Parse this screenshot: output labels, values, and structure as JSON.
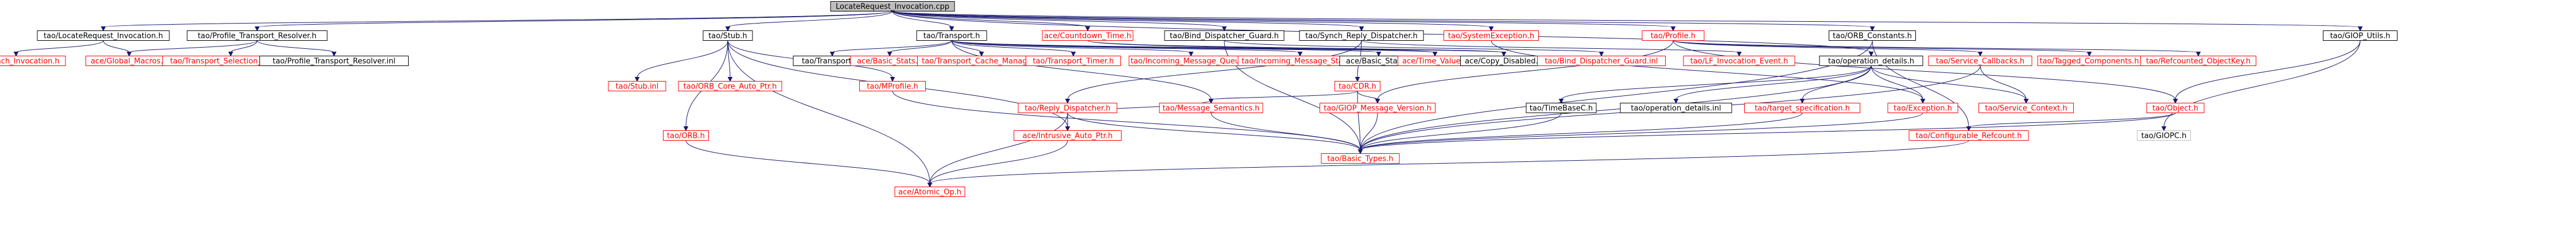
{
  "graph": {
    "nodes": [
      {
        "id": "root",
        "label": "LocateRequest_Invocation.cpp",
        "style": "root"
      },
      {
        "id": "lri_h",
        "label": "tao/LocateRequest_Invocation.h",
        "style": "black"
      },
      {
        "id": "ptr_h",
        "label": "tao/Profile_Transport_Resolver.h",
        "style": "black"
      },
      {
        "id": "stub_h",
        "label": "tao/Stub.h",
        "style": "black"
      },
      {
        "id": "transport_h",
        "label": "tao/Transport.h",
        "style": "black"
      },
      {
        "id": "countdown_h",
        "label": "ace/Countdown_Time.h",
        "style": "red"
      },
      {
        "id": "bdg_h",
        "label": "tao/Bind_Dispatcher_Guard.h",
        "style": "black"
      },
      {
        "id": "srd_h",
        "label": "tao/Synch_Reply_Dispatcher.h",
        "style": "black"
      },
      {
        "id": "sysexc_h",
        "label": "tao/SystemException.h",
        "style": "red"
      },
      {
        "id": "profile_h",
        "label": "tao/Profile.h",
        "style": "red"
      },
      {
        "id": "orbconst_h",
        "label": "tao/ORB_Constants.h",
        "style": "black"
      },
      {
        "id": "gioputi_h",
        "label": "tao/GIOP_Utils.h",
        "style": "black"
      },
      {
        "id": "synchinv_h",
        "label": "tao/Synch_Invocation.h",
        "style": "red"
      },
      {
        "id": "globalmacros_h",
        "label": "ace/Global_Macros.h",
        "style": "red"
      },
      {
        "id": "tsg_h",
        "label": "tao/Transport_Selection_Guard.h",
        "style": "red"
      },
      {
        "id": "ptr_inl",
        "label": "tao/Profile_Transport_Resolver.inl",
        "style": "black"
      },
      {
        "id": "transport_inl",
        "label": "tao/Transport.inl",
        "style": "black"
      },
      {
        "id": "basicstats_h",
        "label": "ace/Basic_Stats.h",
        "style": "red"
      },
      {
        "id": "tcm_h",
        "label": "tao/Transport_Cache_Manager.h",
        "style": "red"
      },
      {
        "id": "ttimer_h",
        "label": "tao/Transport_Timer.h",
        "style": "red"
      },
      {
        "id": "imq_h",
        "label": "tao/Incoming_Message_Queue.h",
        "style": "red"
      },
      {
        "id": "ims_h",
        "label": "tao/Incoming_Message_Stack.h",
        "style": "red"
      },
      {
        "id": "basicstats2_h",
        "label": "ace/Basic_Stats.h",
        "style": "black"
      },
      {
        "id": "timevalue_h",
        "label": "ace/Time_Value.h",
        "style": "red"
      },
      {
        "id": "copydisabled_h",
        "label": "ace/Copy_Disabled.h",
        "style": "black"
      },
      {
        "id": "bdg_inl",
        "label": "tao/Bind_Dispatcher_Guard.inl",
        "style": "red"
      },
      {
        "id": "lfie_h",
        "label": "tao/LF_Invocation_Event.h",
        "style": "red"
      },
      {
        "id": "opdetails_h",
        "label": "tao/operation_details.h",
        "style": "black"
      },
      {
        "id": "servcb_h",
        "label": "tao/Service_Callbacks.h",
        "style": "red"
      },
      {
        "id": "taggedcomp_h",
        "label": "tao/Tagged_Components.h",
        "style": "red"
      },
      {
        "id": "refobjkey_h",
        "label": "tao/Refcounted_ObjectKey.h",
        "style": "red"
      },
      {
        "id": "stub_inl",
        "label": "tao/Stub.inl",
        "style": "red"
      },
      {
        "id": "orbcap_h",
        "label": "tao/ORB_Core_Auto_Ptr.h",
        "style": "red"
      },
      {
        "id": "mprofile_h",
        "label": "tao/MProfile.h",
        "style": "red"
      },
      {
        "id": "cdr_h",
        "label": "tao/CDR.h",
        "style": "red"
      },
      {
        "id": "rd_h",
        "label": "tao/Reply_Dispatcher.h",
        "style": "red"
      },
      {
        "id": "msgsem_h",
        "label": "tao/Message_Semantics.h",
        "style": "red"
      },
      {
        "id": "giopmv_h",
        "label": "tao/GIOP_Message_Version.h",
        "style": "red"
      },
      {
        "id": "timebasec_h",
        "label": "tao/TimeBaseC.h",
        "style": "black"
      },
      {
        "id": "opdetails_inl",
        "label": "tao/operation_details.inl",
        "style": "black"
      },
      {
        "id": "targetspec_h",
        "label": "tao/target_specification.h",
        "style": "red"
      },
      {
        "id": "exception_h",
        "label": "tao/Exception.h",
        "style": "red"
      },
      {
        "id": "servctx_h",
        "label": "tao/Service_Context.h",
        "style": "red"
      },
      {
        "id": "object_h",
        "label": "tao/Object.h",
        "style": "red"
      },
      {
        "id": "orb_h",
        "label": "tao/ORB.h",
        "style": "red"
      },
      {
        "id": "iap_h",
        "label": "ace/Intrusive_Auto_Ptr.h",
        "style": "red"
      },
      {
        "id": "basictypes_h",
        "label": "tao/Basic_Types.h",
        "style": "red"
      },
      {
        "id": "confrefcount_h",
        "label": "tao/Configurable_Refcount.h",
        "style": "red"
      },
      {
        "id": "giopc_h",
        "label": "tao/GIOPC.h",
        "style": "grey"
      },
      {
        "id": "atomic_h",
        "label": "ace/Atomic_Op.h",
        "style": "red"
      }
    ],
    "edges": [
      {
        "from": "root",
        "to": "lri_h"
      },
      {
        "from": "root",
        "to": "ptr_h"
      },
      {
        "from": "root",
        "to": "stub_h"
      },
      {
        "from": "root",
        "to": "transport_h"
      },
      {
        "from": "root",
        "to": "countdown_h"
      },
      {
        "from": "root",
        "to": "bdg_h"
      },
      {
        "from": "root",
        "to": "srd_h"
      },
      {
        "from": "root",
        "to": "sysexc_h"
      },
      {
        "from": "root",
        "to": "profile_h"
      },
      {
        "from": "root",
        "to": "orbconst_h"
      },
      {
        "from": "root",
        "to": "gioputi_h"
      },
      {
        "from": "root",
        "to": "opdetails_h"
      },
      {
        "from": "lri_h",
        "to": "synchinv_h"
      },
      {
        "from": "lri_h",
        "to": "globalmacros_h"
      },
      {
        "from": "ptr_h",
        "to": "globalmacros_h"
      },
      {
        "from": "ptr_h",
        "to": "tsg_h"
      },
      {
        "from": "ptr_h",
        "to": "ptr_inl"
      },
      {
        "from": "stub_h",
        "to": "stub_inl"
      },
      {
        "from": "stub_h",
        "to": "orbcap_h"
      },
      {
        "from": "stub_h",
        "to": "mprofile_h"
      },
      {
        "from": "stub_h",
        "to": "orb_h"
      },
      {
        "from": "stub_h",
        "to": "atomic_h"
      },
      {
        "from": "stub_h",
        "to": "iap_h"
      },
      {
        "from": "transport_h",
        "to": "transport_inl"
      },
      {
        "from": "transport_h",
        "to": "basicstats_h"
      },
      {
        "from": "transport_h",
        "to": "tcm_h"
      },
      {
        "from": "transport_h",
        "to": "ttimer_h"
      },
      {
        "from": "transport_h",
        "to": "imq_h"
      },
      {
        "from": "transport_h",
        "to": "ims_h"
      },
      {
        "from": "transport_h",
        "to": "basicstats2_h"
      },
      {
        "from": "transport_h",
        "to": "timevalue_h"
      },
      {
        "from": "transport_h",
        "to": "copydisabled_h"
      },
      {
        "from": "transport_h",
        "to": "msgsem_h"
      },
      {
        "from": "countdown_h",
        "to": "timevalue_h"
      },
      {
        "from": "countdown_h",
        "to": "copydisabled_h"
      },
      {
        "from": "bdg_h",
        "to": "bdg_inl"
      },
      {
        "from": "bdg_h",
        "to": "basictypes_h"
      },
      {
        "from": "srd_h",
        "to": "rd_h"
      },
      {
        "from": "srd_h",
        "to": "lfie_h"
      },
      {
        "from": "srd_h",
        "to": "cdr_h"
      },
      {
        "from": "profile_h",
        "to": "servcb_h"
      },
      {
        "from": "profile_h",
        "to": "taggedcomp_h"
      },
      {
        "from": "profile_h",
        "to": "refobjkey_h"
      },
      {
        "from": "profile_h",
        "to": "giopmv_h"
      },
      {
        "from": "profile_h",
        "to": "object_h"
      },
      {
        "from": "servcb_h",
        "to": "servctx_h"
      },
      {
        "from": "servcb_h",
        "to": "basictypes_h"
      },
      {
        "from": "sysexc_h",
        "to": "exception_h"
      },
      {
        "from": "orbconst_h",
        "to": "basictypes_h"
      },
      {
        "from": "gioputi_h",
        "to": "object_h"
      },
      {
        "from": "gioputi_h",
        "to": "giopc_h"
      },
      {
        "from": "opdetails_h",
        "to": "timebasec_h"
      },
      {
        "from": "opdetails_h",
        "to": "opdetails_inl"
      },
      {
        "from": "opdetails_h",
        "to": "targetspec_h"
      },
      {
        "from": "opdetails_h",
        "to": "exception_h"
      },
      {
        "from": "opdetails_h",
        "to": "servctx_h"
      },
      {
        "from": "opdetails_h",
        "to": "basictypes_h"
      },
      {
        "from": "rd_h",
        "to": "msgsem_h"
      },
      {
        "from": "rd_h",
        "to": "iap_h"
      },
      {
        "from": "rd_h",
        "to": "atomic_h"
      },
      {
        "from": "rd_h",
        "to": "basictypes_h"
      },
      {
        "from": "cdr_h",
        "to": "giopmv_h"
      },
      {
        "from": "cdr_h",
        "to": "msgsem_h"
      },
      {
        "from": "cdr_h",
        "to": "basictypes_h"
      },
      {
        "from": "mprofile_h",
        "to": "basictypes_h"
      },
      {
        "from": "orb_h",
        "to": "atomic_h"
      },
      {
        "from": "iap_h",
        "to": "atomic_h"
      },
      {
        "from": "targetspec_h",
        "to": "basictypes_h"
      },
      {
        "from": "exception_h",
        "to": "basictypes_h"
      },
      {
        "from": "object_h",
        "to": "basictypes_h"
      },
      {
        "from": "object_h",
        "to": "confrefcount_h"
      },
      {
        "from": "orbconst_h",
        "to": "confrefcount_h"
      },
      {
        "from": "confrefcount_h",
        "to": "atomic_h"
      },
      {
        "from": "giopmv_h",
        "to": "basictypes_h"
      },
      {
        "from": "msgsem_h",
        "to": "basictypes_h"
      },
      {
        "from": "timebasec_h",
        "to": "basictypes_h"
      }
    ]
  },
  "colors": {
    "edge": "#191970",
    "root_fill": "#bfbfbf",
    "black_border": "#000000",
    "red_border": "#ff0000",
    "grey_border": "#bfbfbf",
    "red_text": "#ff0000",
    "black_text": "#000000"
  }
}
